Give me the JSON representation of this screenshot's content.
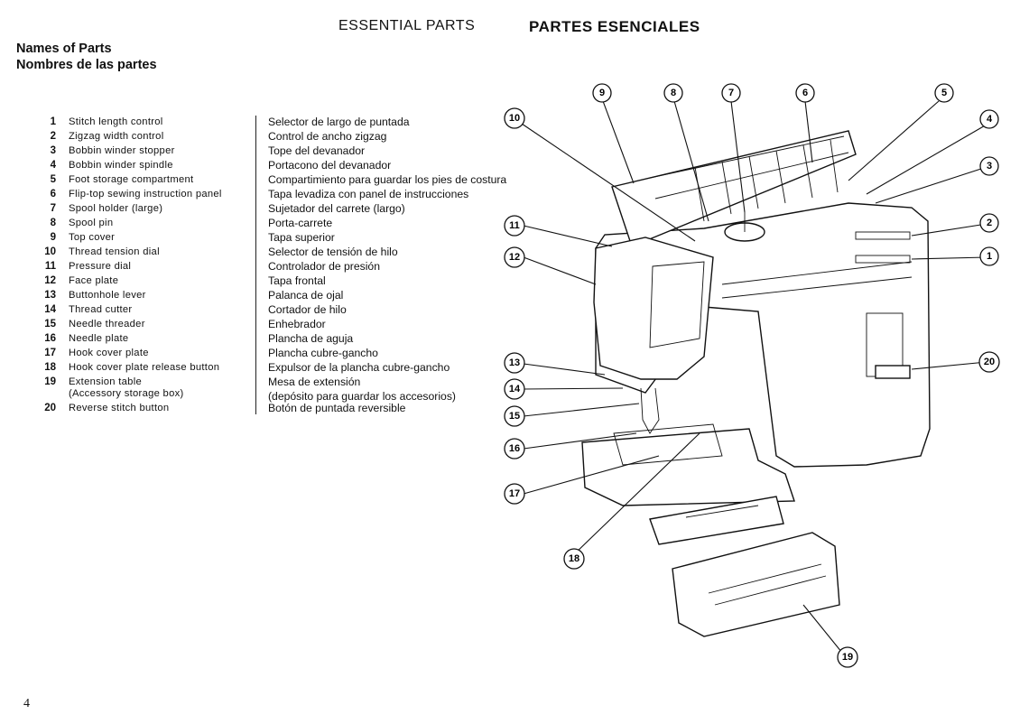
{
  "header": {
    "title_en": "ESSENTIAL PARTS",
    "title_es": "PARTES ESENCIALES"
  },
  "section": {
    "title_en": "Names of Parts",
    "title_es": "Nombres de las partes"
  },
  "parts": [
    {
      "num": "1",
      "en": "Stitch length control",
      "en2": "",
      "es": "Selector de largo de puntada",
      "es2": ""
    },
    {
      "num": "2",
      "en": "Zigzag width control",
      "en2": "",
      "es": "Control de ancho zigzag",
      "es2": ""
    },
    {
      "num": "3",
      "en": "Bobbin winder stopper",
      "en2": "",
      "es": "Tope del devanador",
      "es2": ""
    },
    {
      "num": "4",
      "en": "Bobbin winder spindle",
      "en2": "",
      "es": "Portacono del devanador",
      "es2": ""
    },
    {
      "num": "5",
      "en": "Foot storage compartment",
      "en2": "",
      "es": "Compartimiento para guardar los pies de costura",
      "es2": ""
    },
    {
      "num": "6",
      "en": "Flip-top sewing instruction panel",
      "en2": "",
      "es": "Tapa levadiza con panel de instrucciones",
      "es2": ""
    },
    {
      "num": "7",
      "en": "Spool holder (large)",
      "en2": "",
      "es": "Sujetador del carrete (largo)",
      "es2": ""
    },
    {
      "num": "8",
      "en": "Spool pin",
      "en2": "",
      "es": "Porta-carrete",
      "es2": ""
    },
    {
      "num": "9",
      "en": "Top cover",
      "en2": "",
      "es": "Tapa superior",
      "es2": ""
    },
    {
      "num": "10",
      "en": "Thread tension dial",
      "en2": "",
      "es": "Selector de tensión de hilo",
      "es2": ""
    },
    {
      "num": "11",
      "en": "Pressure dial",
      "en2": "",
      "es": "Controlador de presión",
      "es2": ""
    },
    {
      "num": "12",
      "en": "Face plate",
      "en2": "",
      "es": "Tapa frontal",
      "es2": ""
    },
    {
      "num": "13",
      "en": "Buttonhole lever",
      "en2": "",
      "es": "Palanca de ojal",
      "es2": ""
    },
    {
      "num": "14",
      "en": "Thread cutter",
      "en2": "",
      "es": "Cortador de hilo",
      "es2": ""
    },
    {
      "num": "15",
      "en": "Needle threader",
      "en2": "",
      "es": "Enhebrador",
      "es2": ""
    },
    {
      "num": "16",
      "en": "Needle plate",
      "en2": "",
      "es": "Plancha de aguja",
      "es2": ""
    },
    {
      "num": "17",
      "en": "Hook cover plate",
      "en2": "",
      "es": "Plancha cubre-gancho",
      "es2": ""
    },
    {
      "num": "18",
      "en": "Hook cover plate release button",
      "en2": "",
      "es": "Expulsor de la plancha cubre-gancho",
      "es2": ""
    },
    {
      "num": "19",
      "en": "Extension table",
      "en2": "(Accessory storage box)",
      "es": "Mesa de extensión",
      "es2": "(depósito para guardar los accesorios)"
    },
    {
      "num": "20",
      "en": "Reverse stitch button",
      "en2": "",
      "es": "Botón de puntada reversible",
      "es2": ""
    }
  ],
  "figure": {
    "callouts": [
      "9",
      "8",
      "7",
      "6",
      "5",
      "10",
      "4",
      "3",
      "11",
      "2",
      "12",
      "1",
      "13",
      "20",
      "14",
      "15",
      "16",
      "17",
      "18",
      "19"
    ]
  },
  "page_number": "4"
}
